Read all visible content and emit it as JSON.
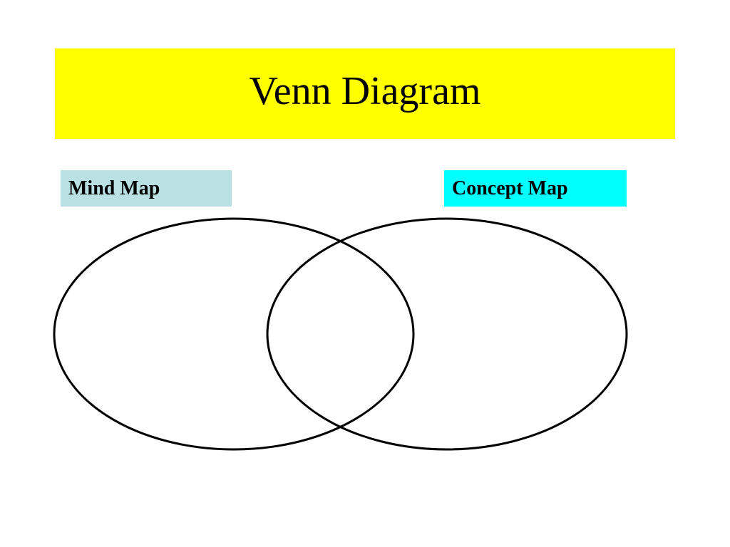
{
  "title": "Venn Diagram",
  "colors": {
    "title_background": "#ffff00",
    "left_label_background": "#b9e0e3",
    "right_label_background": "#00ffff",
    "circle_stroke": "#000000"
  },
  "sets": [
    {
      "label": "Mind Map"
    },
    {
      "label": "Concept Map"
    }
  ]
}
